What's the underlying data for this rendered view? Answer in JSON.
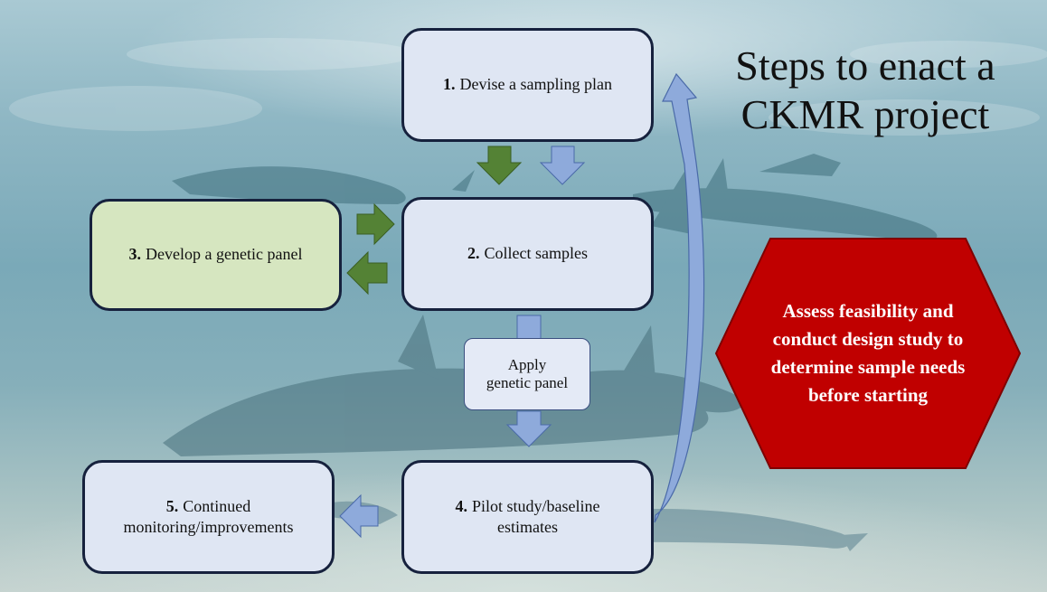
{
  "title": {
    "line1": "Steps to enact a",
    "line2": "CKMR project"
  },
  "steps": [
    {
      "number": "1.",
      "label": "Devise a sampling plan"
    },
    {
      "number": "2.",
      "label": "Collect samples"
    },
    {
      "number": "3.",
      "label": "Develop a genetic panel"
    },
    {
      "number": "4.",
      "label": "Pilot study/baseline estimates"
    },
    {
      "number": "5.",
      "label": "Continued monitoring/improvements"
    }
  ],
  "apply_box": {
    "line1": "Apply",
    "line2": "genetic panel"
  },
  "hexagon": {
    "text": "Assess feasibility and conduct design study to determine sample needs before starting",
    "fill": "#c00000",
    "stroke": "#7f0000"
  },
  "colors": {
    "box_fill": "#dfe6f3",
    "box_green_fill": "#d6e6c0",
    "box_border": "#16213d",
    "arrow_blue": "#8eaadb",
    "arrow_green": "#548235"
  },
  "background": "underwater-dolphins-photo"
}
